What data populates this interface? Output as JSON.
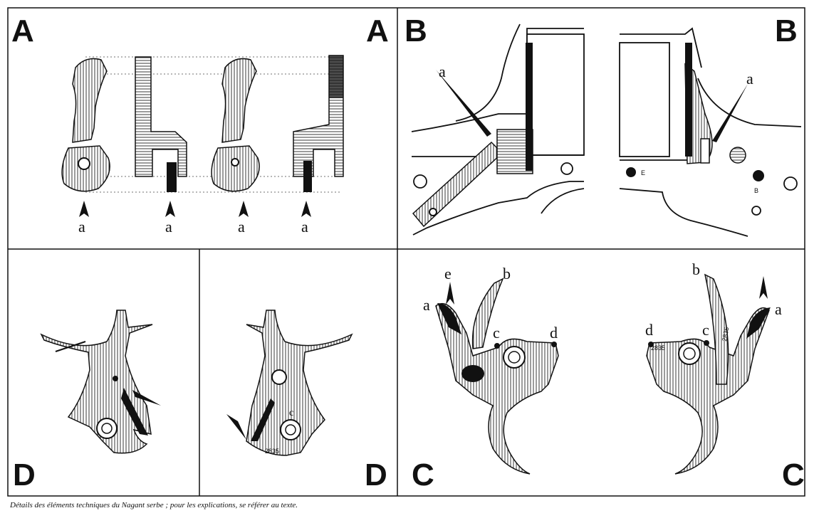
{
  "panels": {
    "A": {
      "letter_left": "A",
      "letter_right": "A",
      "callouts": [
        "a",
        "a",
        "a",
        "a"
      ]
    },
    "B": {
      "letter_left": "B",
      "letter_right": "B",
      "callout_left": "a",
      "callout_right": "a",
      "mark_left": "E",
      "mark_right": "B"
    },
    "D": {
      "letter_left": "D",
      "letter_right": "D",
      "callout_c": "c",
      "serial": "2835"
    },
    "C": {
      "letter_left": "C",
      "letter_right": "C",
      "left_callouts": {
        "a": "a",
        "e": "e",
        "b": "b",
        "c": "c",
        "d": "d"
      },
      "right_callouts": {
        "b": "b",
        "a": "a",
        "d": "d",
        "c": "c"
      },
      "serial_a": "2835",
      "serial_b": "2835"
    }
  },
  "caption": "Détails des éléments techniques du Nagant serbe ; pour les explications, se référer au texte."
}
